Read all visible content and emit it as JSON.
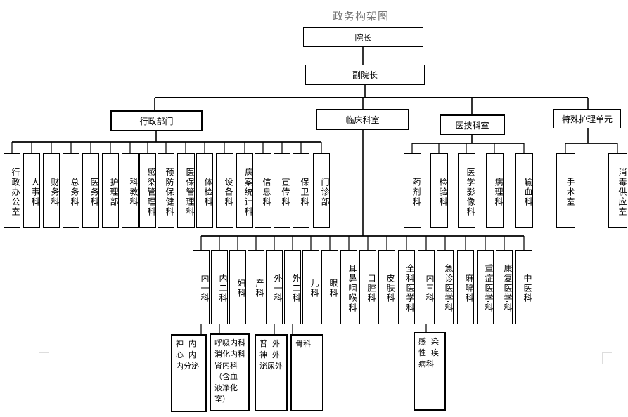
{
  "title": "政务构架图",
  "top": {
    "dean": "院长",
    "vice_dean": "副院长"
  },
  "categories": {
    "admin": "行政部门",
    "clinical": "临床科室",
    "medtech": "医技科室",
    "special": "特殊护理单元"
  },
  "admin_depts": [
    "行政办公室",
    "人事科",
    "财务科",
    "总务科",
    "医务科",
    "护理部",
    "科教科",
    "感染管理科",
    "预防保健科",
    "医保管理科",
    "体检科",
    "设备科",
    "病案统计科",
    "信息科",
    "宣传科",
    "保卫科",
    "门诊部"
  ],
  "medtech_depts": [
    "药剂科",
    "检验科",
    "医学影像科",
    "病理科",
    "输血科"
  ],
  "special_depts": [
    "手术室",
    "消毒供应室"
  ],
  "clinical_depts": [
    "内一科",
    "内二科",
    "妇科",
    "产科",
    "外一科",
    "外二科",
    "儿科",
    "眼科",
    "耳鼻咽喉科",
    "口腔科",
    "皮肤科",
    "全科医学科",
    "内三科",
    "急诊医学科",
    "麻醉科",
    "重症医学科",
    "康复医学科",
    "中医科"
  ],
  "sub_units": {
    "nei1": "神  内\n心  内\n内分泌",
    "nei2": "呼吸内科\n消化内科\n肾内科\n（含血\n液净化\n室）",
    "wai1": "普  外\n神  外\n泌尿外",
    "wai2": "骨科",
    "nei3": "感  染\n性  疾\n病科"
  }
}
